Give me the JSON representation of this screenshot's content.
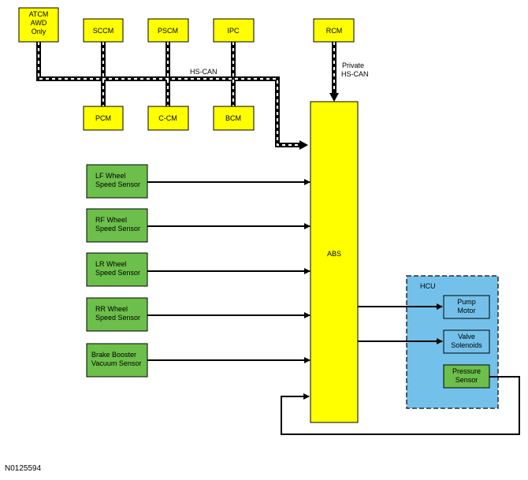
{
  "modules_top": [
    {
      "id": "atcm",
      "label": [
        "ATCM",
        "AWD",
        "Only"
      ]
    },
    {
      "id": "sccm",
      "label": [
        "SCCM"
      ]
    },
    {
      "id": "pscm",
      "label": [
        "PSCM"
      ]
    },
    {
      "id": "ipc",
      "label": [
        "IPC"
      ]
    },
    {
      "id": "rcm",
      "label": [
        "RCM"
      ]
    }
  ],
  "modules_bottom": [
    {
      "id": "pcm",
      "label": [
        "PCM"
      ]
    },
    {
      "id": "ccm",
      "label": [
        "C-CM"
      ]
    },
    {
      "id": "bcm",
      "label": [
        "BCM"
      ]
    }
  ],
  "bus_labels": {
    "hs_can": "HS-CAN",
    "private": [
      "Private",
      "HS-CAN"
    ]
  },
  "abs_label": "ABS",
  "sensors": [
    {
      "id": "lf",
      "label": [
        "LF Wheel",
        "Speed Sensor"
      ]
    },
    {
      "id": "rf",
      "label": [
        "RF Wheel",
        "Speed Sensor"
      ]
    },
    {
      "id": "lr",
      "label": [
        "LR Wheel",
        "Speed Sensor"
      ]
    },
    {
      "id": "rr",
      "label": [
        "RR Wheel",
        "Speed Sensor"
      ]
    },
    {
      "id": "bbvs",
      "label": [
        "Brake Booster",
        "Vacuum Sensor"
      ]
    }
  ],
  "hcu": {
    "label": "HCU",
    "components": [
      {
        "id": "pump",
        "label": [
          "Pump",
          "Motor"
        ]
      },
      {
        "id": "valve",
        "label": [
          "Valve",
          "Solenoids"
        ]
      },
      {
        "id": "pressure",
        "label": [
          "Pressure",
          "Sensor"
        ]
      }
    ]
  },
  "caption": "N0125594",
  "colors": {
    "module_yellow": "#ffff00",
    "sensor_green": "#6cbf4a",
    "hcu_blue": "#73c1ea"
  }
}
